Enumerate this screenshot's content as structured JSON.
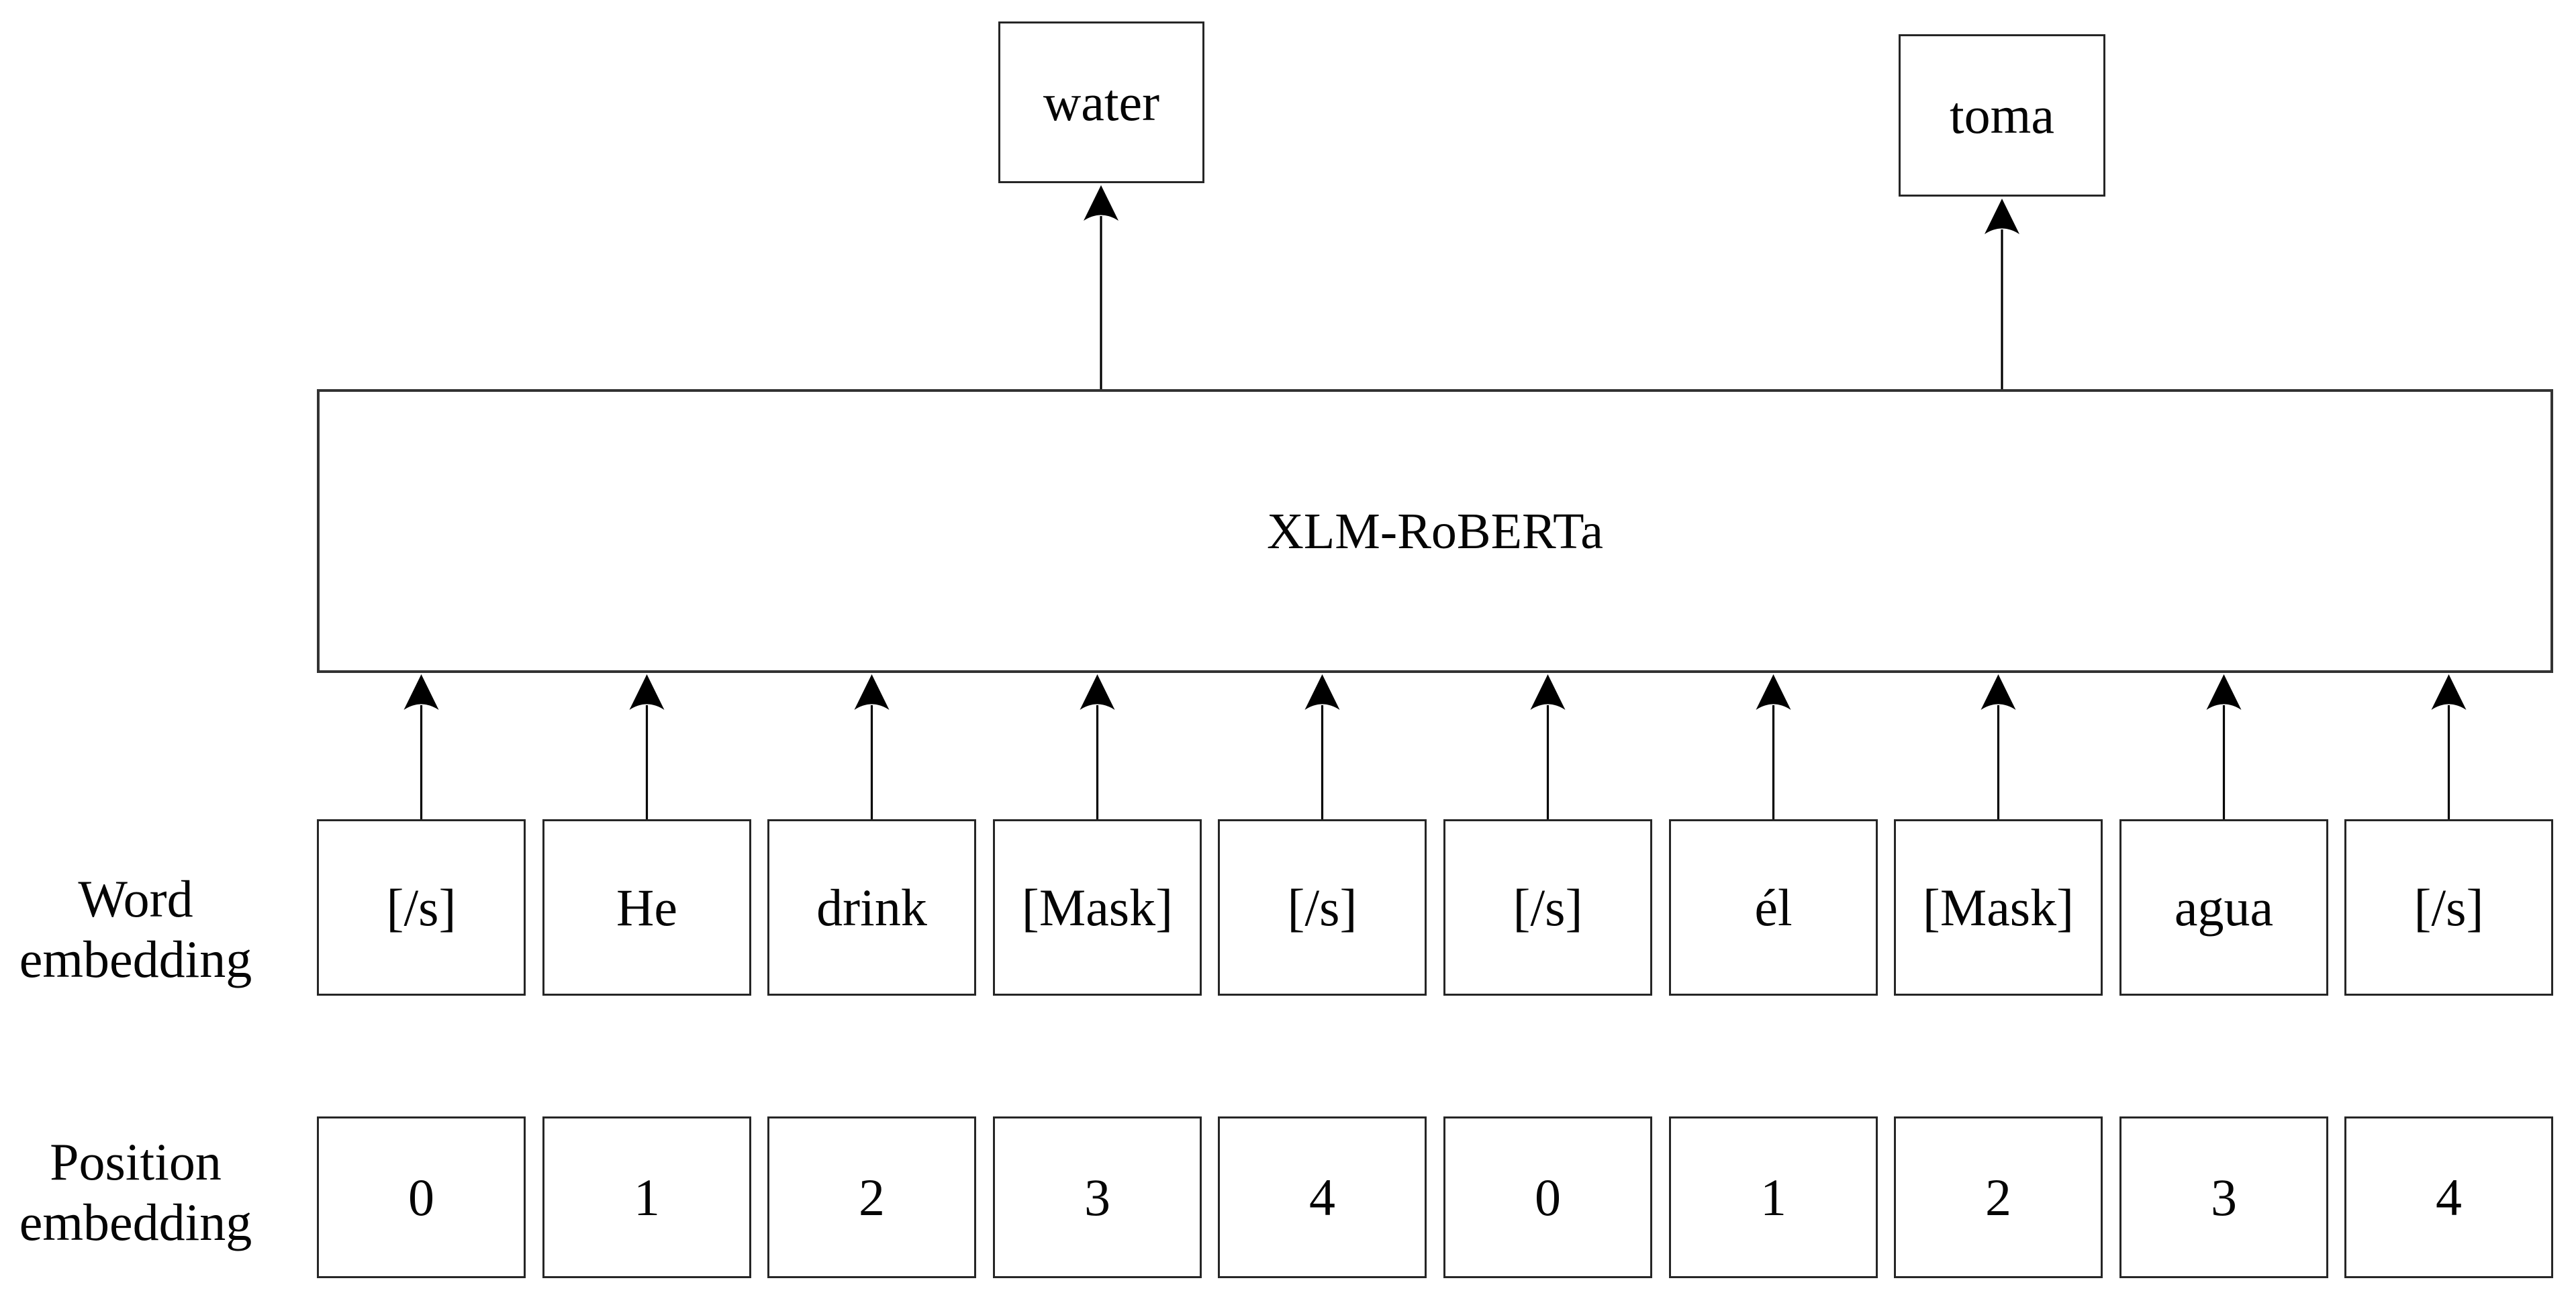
{
  "model": {
    "label": "XLM-RoBERTa"
  },
  "outputs": {
    "left": "water",
    "right": "toma"
  },
  "word_row": {
    "label_line1": "Word",
    "label_line2": "embedding",
    "tokens": [
      "[/s]",
      "He",
      "drink",
      "[Mask]",
      "[/s]",
      "[/s]",
      "él",
      "[Mask]",
      "agua",
      "[/s]"
    ]
  },
  "position_row": {
    "label_line1": "Position",
    "label_line2": "embedding",
    "values": [
      "0",
      "1",
      "2",
      "3",
      "4",
      "0",
      "1",
      "2",
      "3",
      "4"
    ]
  },
  "colors": {
    "line": "#000000",
    "box_border": "#262626",
    "background": "#ffffff",
    "text": "#050505"
  }
}
